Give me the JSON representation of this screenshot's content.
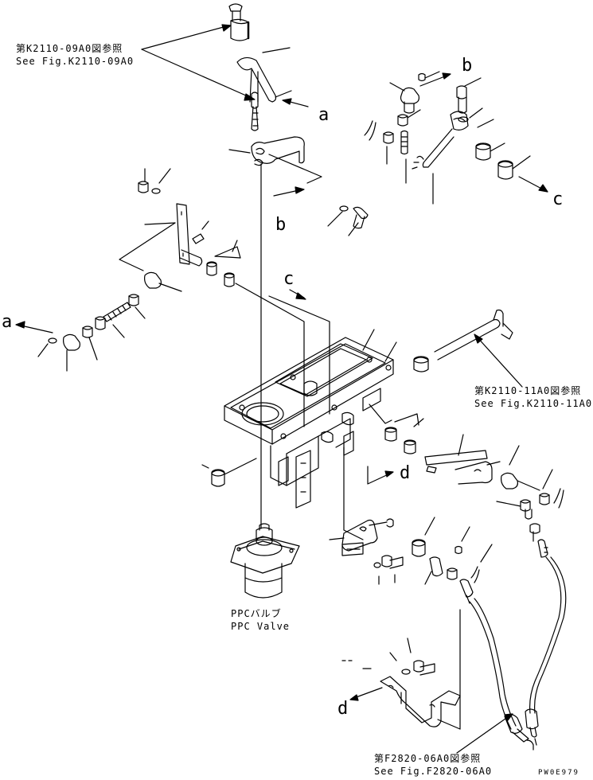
{
  "references": {
    "k2110_09a0_jp": "第K2110-09A0図参照",
    "k2110_09a0_en": "See Fig.K2110-09A0",
    "k2110_11a0_jp": "第K2110-11A0図参照",
    "k2110_11a0_en": "See Fig.K2110-11A0",
    "f2820_06a0_jp": "第F2820-06A0図参照",
    "f2820_06a0_en": "See Fig.F2820-06A0"
  },
  "ppc_valve": {
    "label_jp": "PPCバルブ",
    "label_en": "PPC Valve"
  },
  "markers": {
    "a": "a",
    "b": "b",
    "c": "c",
    "d": "d"
  },
  "drawing_code": "PW0E979",
  "colors": {
    "line": "#000000",
    "background": "#ffffff"
  }
}
